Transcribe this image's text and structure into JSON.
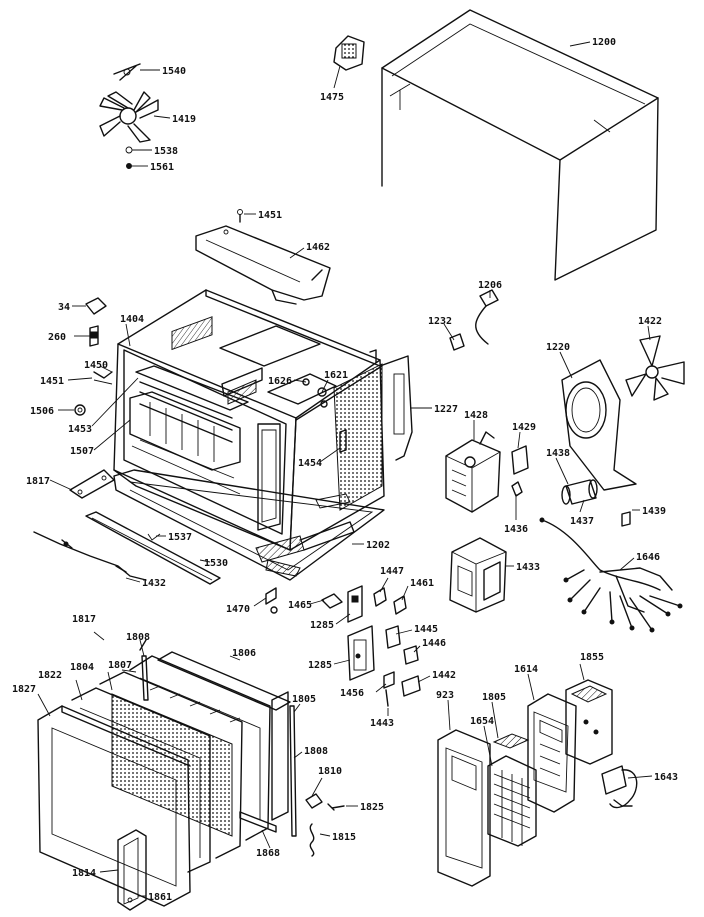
{
  "diagram": {
    "title": "",
    "parts": [
      {
        "id": "p1200",
        "label": "1200"
      },
      {
        "id": "p1475",
        "label": "1475"
      },
      {
        "id": "p1540",
        "label": "1540"
      },
      {
        "id": "p1419",
        "label": "1419"
      },
      {
        "id": "p1538",
        "label": "1538"
      },
      {
        "id": "p1561",
        "label": "1561"
      },
      {
        "id": "p1451a",
        "label": "1451"
      },
      {
        "id": "p1462",
        "label": "1462"
      },
      {
        "id": "p34",
        "label": "34"
      },
      {
        "id": "p260",
        "label": "260"
      },
      {
        "id": "p1404",
        "label": "1404"
      },
      {
        "id": "p1450",
        "label": "1450"
      },
      {
        "id": "p1451b",
        "label": "1451"
      },
      {
        "id": "p1506",
        "label": "1506"
      },
      {
        "id": "p1453",
        "label": "1453"
      },
      {
        "id": "p1507",
        "label": "1507"
      },
      {
        "id": "p1626",
        "label": "1626"
      },
      {
        "id": "p1621",
        "label": "1621"
      },
      {
        "id": "p1206",
        "label": "1206"
      },
      {
        "id": "p1232",
        "label": "1232"
      },
      {
        "id": "p1220",
        "label": "1220"
      },
      {
        "id": "p1422",
        "label": "1422"
      },
      {
        "id": "p1227",
        "label": "1227"
      },
      {
        "id": "p1428",
        "label": "1428"
      },
      {
        "id": "p1429",
        "label": "1429"
      },
      {
        "id": "p1454",
        "label": "1454"
      },
      {
        "id": "p1436",
        "label": "1436"
      },
      {
        "id": "p1438",
        "label": "1438"
      },
      {
        "id": "p1437",
        "label": "1437"
      },
      {
        "id": "p1439",
        "label": "1439"
      },
      {
        "id": "p1817a",
        "label": "1817"
      },
      {
        "id": "p1537",
        "label": "1537"
      },
      {
        "id": "p1202",
        "label": "1202"
      },
      {
        "id": "p1530",
        "label": "1530"
      },
      {
        "id": "p1432",
        "label": "1432"
      },
      {
        "id": "p1646",
        "label": "1646"
      },
      {
        "id": "p1433",
        "label": "1433"
      },
      {
        "id": "p1447",
        "label": "1447"
      },
      {
        "id": "p1461",
        "label": "1461"
      },
      {
        "id": "p1470",
        "label": "1470"
      },
      {
        "id": "p1465",
        "label": "1465"
      },
      {
        "id": "p1285a",
        "label": "1285"
      },
      {
        "id": "p1445",
        "label": "1445"
      },
      {
        "id": "p1446",
        "label": "1446"
      },
      {
        "id": "p1285b",
        "label": "1285"
      },
      {
        "id": "p1817b",
        "label": "1817"
      },
      {
        "id": "p1808a",
        "label": "1808"
      },
      {
        "id": "p1806",
        "label": "1806"
      },
      {
        "id": "p1456",
        "label": "1456"
      },
      {
        "id": "p1442",
        "label": "1442"
      },
      {
        "id": "p1855",
        "label": "1855"
      },
      {
        "id": "p1827",
        "label": "1827"
      },
      {
        "id": "p1822",
        "label": "1822"
      },
      {
        "id": "p1804",
        "label": "1804"
      },
      {
        "id": "p1807",
        "label": "1807"
      },
      {
        "id": "p1805a",
        "label": "1805"
      },
      {
        "id": "p1443",
        "label": "1443"
      },
      {
        "id": "p1805b",
        "label": "1805"
      },
      {
        "id": "p1614",
        "label": "1614"
      },
      {
        "id": "p923",
        "label": "923"
      },
      {
        "id": "p1654",
        "label": "1654"
      },
      {
        "id": "p1808b",
        "label": "1808"
      },
      {
        "id": "p1810",
        "label": "1810"
      },
      {
        "id": "p1643",
        "label": "1643"
      },
      {
        "id": "p1825",
        "label": "1825"
      },
      {
        "id": "p1815",
        "label": "1815"
      },
      {
        "id": "p1868",
        "label": "1868"
      },
      {
        "id": "p1814",
        "label": "1814"
      },
      {
        "id": "p1861",
        "label": "1861"
      }
    ]
  }
}
